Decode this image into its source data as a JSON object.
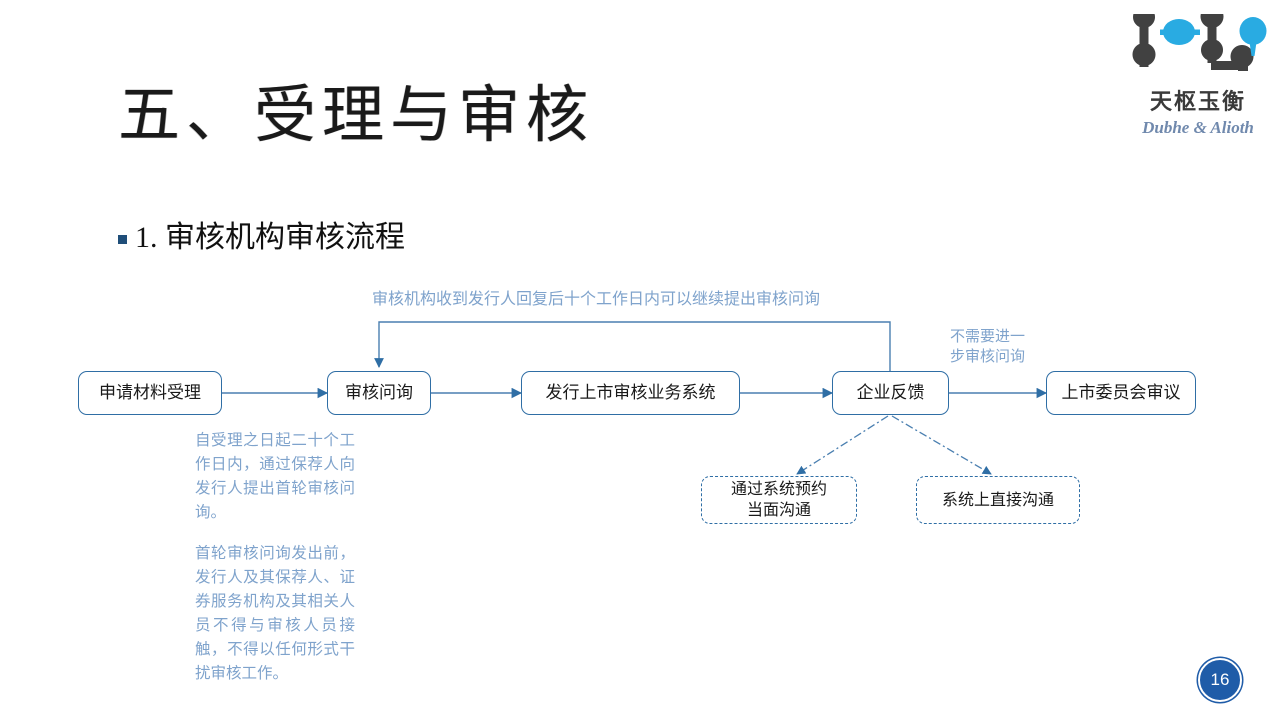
{
  "logo": {
    "cn_name": "天枢玉衡",
    "en_name": "Dubhe & Alioth",
    "dark_color": "#414141",
    "accent_color": "#29ABE2"
  },
  "slide": {
    "title": "五、受理与审核",
    "subtitle": "1. 审核机构审核流程",
    "page_number": "16"
  },
  "flow": {
    "nodes": [
      {
        "id": "apply",
        "label": "申请材料受理"
      },
      {
        "id": "inquiry",
        "label": "审核问询"
      },
      {
        "id": "system",
        "label": "发行上市审核业务系统"
      },
      {
        "id": "feedback",
        "label": "企业反馈"
      },
      {
        "id": "committee",
        "label": "上市委员会审议"
      }
    ],
    "dashed_nodes": [
      {
        "id": "appointment",
        "label": "通过系统预约\n当面沟通"
      },
      {
        "id": "online",
        "label": "系统上直接沟通"
      }
    ]
  },
  "annotations": {
    "loop_top": "审核机构收到发行人回复后十个工作日内可以继续提出审核问询",
    "no_further": "不需要进一\n步审核问询",
    "left_note_1": "自受理之日起二十个工作日内，通过保荐人向发行人提出首轮审核问询。",
    "left_note_2": "首轮审核问询发出前，发行人及其保荐人、证券服务机构及其相关人员不得与审核人员接触，不得以任何形式干扰审核工作。"
  },
  "colors": {
    "node_border": "#2f6ea5",
    "connector": "#4a7fb0",
    "annotation_text": "#7fa3cc",
    "bullet": "#1f4e79",
    "badge": "#1f5ca8"
  }
}
